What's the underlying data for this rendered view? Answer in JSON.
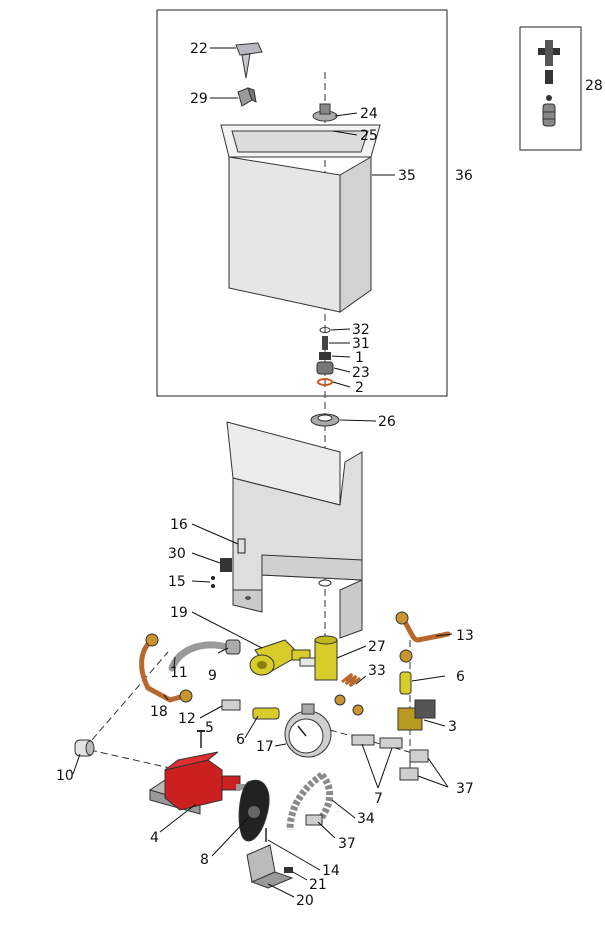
{
  "callouts": {
    "c1": "1",
    "c2": "2",
    "c3": "3",
    "c4": "4",
    "c5": "5",
    "c6a": "6",
    "c6b": "6",
    "c7": "7",
    "c8": "8",
    "c9": "9",
    "c10": "10",
    "c11": "11",
    "c12": "12",
    "c13": "13",
    "c14": "14",
    "c15": "15",
    "c16": "16",
    "c17": "17",
    "c18": "18",
    "c19": "19",
    "c20": "20",
    "c21": "21",
    "c22": "22",
    "c23": "23",
    "c24": "24",
    "c25": "25",
    "c26": "26",
    "c27": "27",
    "c28": "28",
    "c29": "29",
    "c30": "30",
    "c31": "31",
    "c32": "32",
    "c33": "33",
    "c34": "34",
    "c35": "35",
    "c36": "36",
    "c37a": "37",
    "c37b": "37"
  },
  "colors": {
    "pump_red": "#cc1f1f",
    "brass_yellow": "#d8cc2a",
    "copper": "#b8682c",
    "frame_gray": "#d4d4d4",
    "tank_gray": "#e2e2e2",
    "steel": "#9a9a9a"
  }
}
